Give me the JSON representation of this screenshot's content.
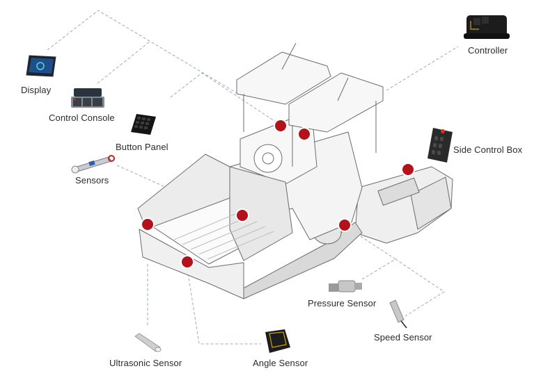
{
  "title": "Asphalt paver control system components",
  "colors": {
    "hotspot": "#b3121a",
    "leader_line": "#9aa8bf",
    "label_text": "#2b2b2b",
    "machine_line": "#6b6b6b",
    "machine_fill": "#f2f2f2"
  },
  "components": [
    {
      "id": "display",
      "label": "Display",
      "icon": "tablet-display-icon"
    },
    {
      "id": "control-console",
      "label": "Control Console",
      "icon": "control-console-icon"
    },
    {
      "id": "button-panel",
      "label": "Button Panel",
      "icon": "keypad-icon"
    },
    {
      "id": "sensors",
      "label": "Sensors",
      "icon": "cylinder-sensor-icon"
    },
    {
      "id": "controller",
      "label": "Controller",
      "icon": "controller-box-icon"
    },
    {
      "id": "side-control-box",
      "label": "Side Control Box",
      "icon": "remote-control-icon"
    },
    {
      "id": "pressure-sensor",
      "label": "Pressure Sensor",
      "icon": "pressure-sensor-icon"
    },
    {
      "id": "speed-sensor",
      "label": "Speed Sensor",
      "icon": "speed-sensor-icon"
    },
    {
      "id": "ultrasonic-sensor",
      "label": "Ultrasonic Sensor",
      "icon": "ultrasonic-sensor-icon"
    },
    {
      "id": "angle-sensor",
      "label": "Angle Sensor",
      "icon": "angle-sensor-icon"
    }
  ],
  "hotspots": [
    {
      "id": "hotspot-console-1"
    },
    {
      "id": "hotspot-console-2"
    },
    {
      "id": "hotspot-side-box"
    },
    {
      "id": "hotspot-hopper-left"
    },
    {
      "id": "hotspot-hopper-center"
    },
    {
      "id": "hotspot-track"
    },
    {
      "id": "hotspot-front"
    }
  ]
}
